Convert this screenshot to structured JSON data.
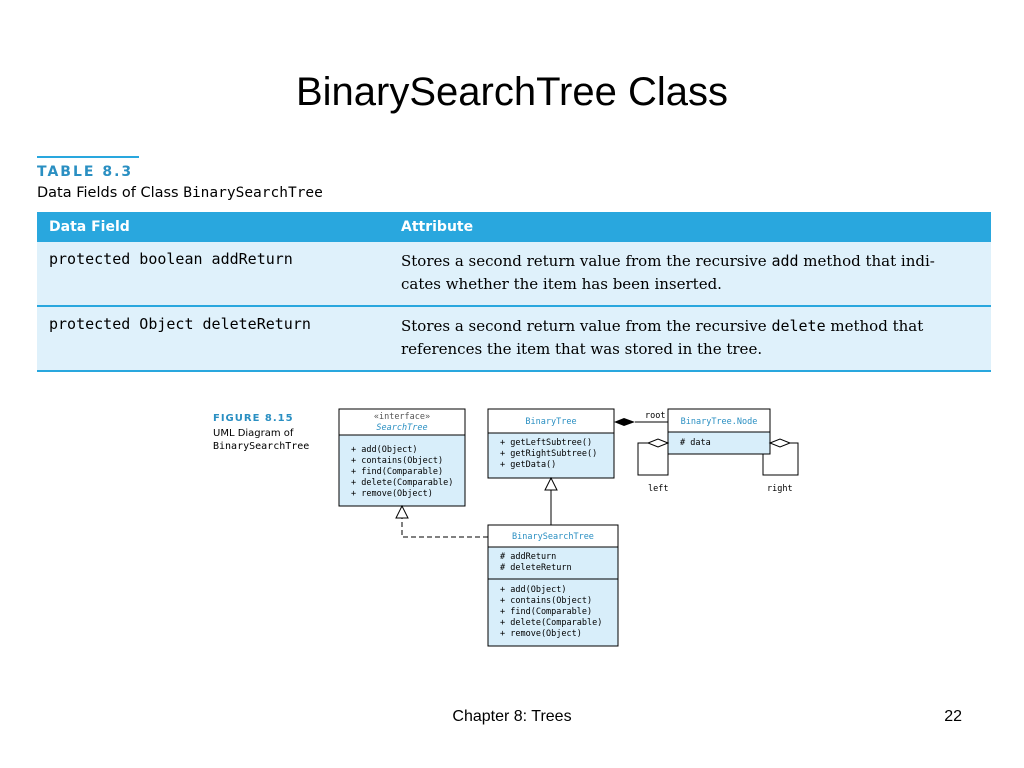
{
  "slide": {
    "title": "BinarySearchTree Class"
  },
  "table": {
    "label": "TABLE 8.3",
    "caption_prefix": "Data Fields of Class ",
    "caption_class": "BinarySearchTree",
    "headers": [
      "Data Field",
      "Attribute"
    ],
    "rows": [
      {
        "field": "protected boolean addReturn",
        "desc_line1_pre": "Stores a second return value from the recursive ",
        "desc_line1_code": "add",
        "desc_line1_post": " method that indi-",
        "desc_line2": "cates whether the item has been inserted."
      },
      {
        "field": "protected Object deleteReturn",
        "desc_line1_pre": "Stores a second return value from the recursive ",
        "desc_line1_code": "delete",
        "desc_line1_post": " method that",
        "desc_line2": "references the item that was stored in the tree."
      }
    ]
  },
  "figure": {
    "label": "FIGURE 8.15",
    "caption_line1": "UML Diagram of",
    "caption_line2": "BinarySearchTree",
    "search_tree": {
      "stereotype": "«interface»",
      "name": "SearchTree",
      "methods": [
        "+ add(Object)",
        "+ contains(Object)",
        "+ find(Comparable)",
        "+ delete(Comparable)",
        "+ remove(Object)"
      ]
    },
    "binary_tree": {
      "name": "BinaryTree",
      "methods": [
        "+ getLeftSubtree()",
        "+ getRightSubtree()",
        "+ getData()"
      ]
    },
    "node": {
      "name": "BinaryTree.Node",
      "fields": [
        "# data"
      ]
    },
    "bst": {
      "name": "BinarySearchTree",
      "fields": [
        "# addReturn",
        "# deleteReturn"
      ],
      "methods": [
        "+ add(Object)",
        "+ contains(Object)",
        "+ find(Comparable)",
        "+ delete(Comparable)",
        "+ remove(Object)"
      ]
    },
    "assoc_labels": {
      "root": "root",
      "left": "left",
      "right": "right"
    },
    "colors": {
      "box_fill": "#d8eefa",
      "box_stroke": "#000000",
      "class_name": "#2a8fc2"
    }
  },
  "footer": {
    "chapter": "Chapter 8: Trees",
    "page": "22"
  }
}
